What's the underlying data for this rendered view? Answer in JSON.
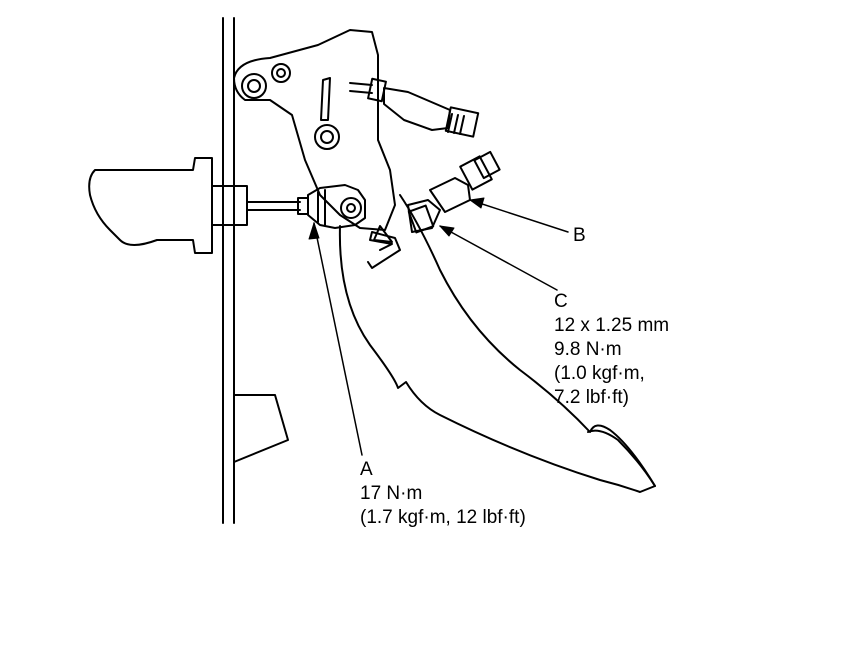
{
  "callouts": {
    "a": {
      "letter": "A",
      "torque": "17 N·m",
      "alt": "(1.7 kgf·m, 12 lbf·ft)"
    },
    "b": {
      "letter": "B"
    },
    "c": {
      "letter": "C",
      "size": "12 x 1.25 mm",
      "torque": "9.8 N·m",
      "alt1": "(1.0 kgf·m,",
      "alt2": "7.2 lbf·ft)"
    }
  },
  "colors": {
    "line": "#000000",
    "background": "#ffffff"
  }
}
